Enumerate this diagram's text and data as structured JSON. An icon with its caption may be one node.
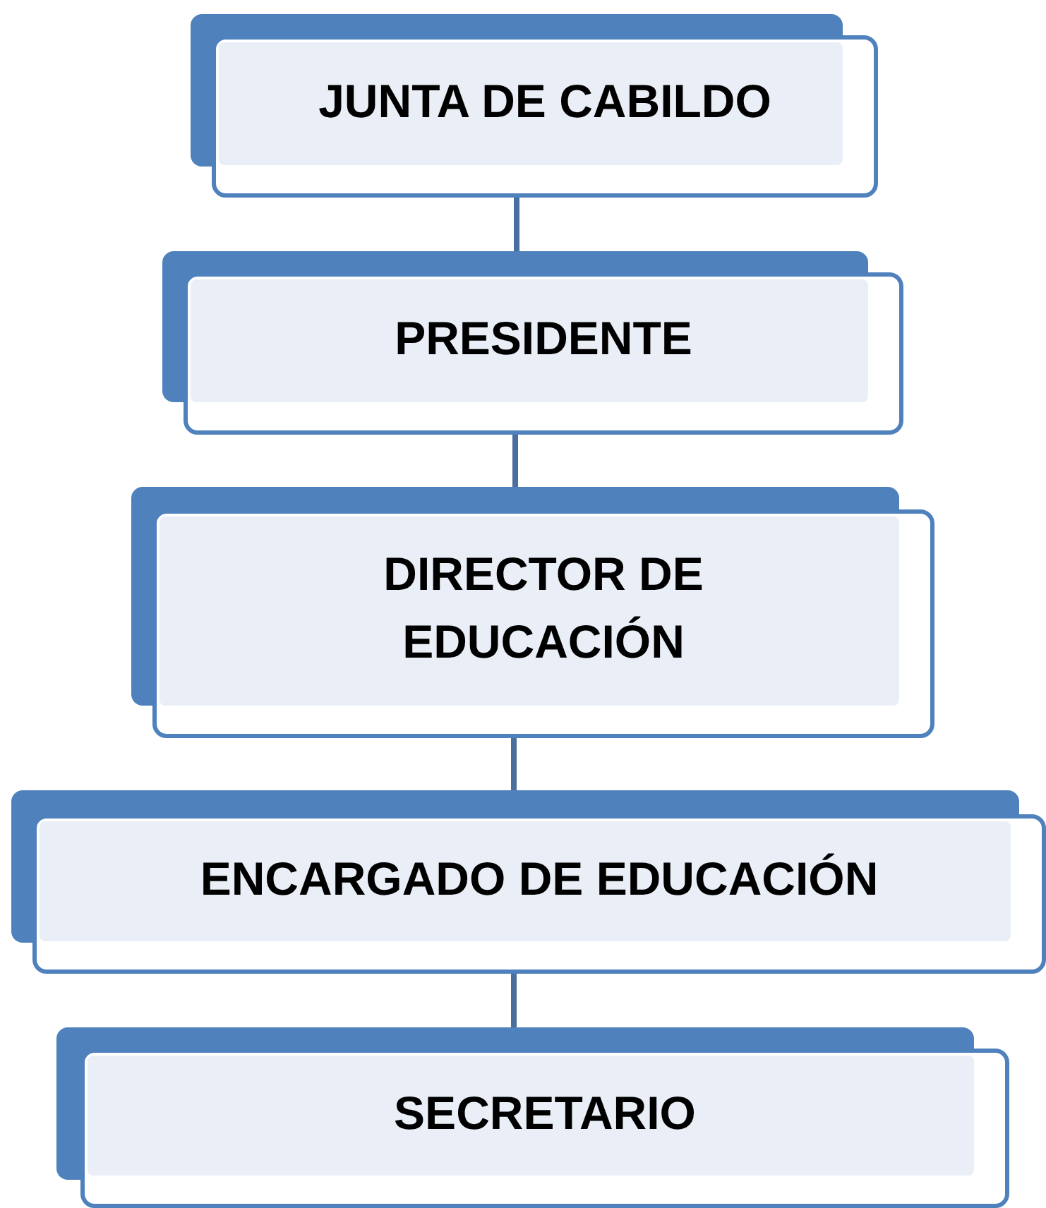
{
  "diagram": {
    "nodes": [
      {
        "text": [
          "JUNTA DE CABILDO"
        ]
      },
      {
        "text": [
          "PRESIDENTE"
        ]
      },
      {
        "text": [
          "DIRECTOR DE EDUCACIÓN"
        ]
      },
      {
        "text": [
          "ENCARGADO DE EDUCACIÓN"
        ]
      },
      {
        "text": [
          "SECRETARIO"
        ]
      }
    ],
    "edges": [
      {
        "from": 0,
        "to": 1,
        "arrow": "none"
      },
      {
        "from": 1,
        "to": 2,
        "arrow": "none"
      },
      {
        "from": 2,
        "to": 3,
        "arrow": "none"
      },
      {
        "from": 3,
        "to": 4,
        "arrow": "none"
      }
    ]
  }
}
